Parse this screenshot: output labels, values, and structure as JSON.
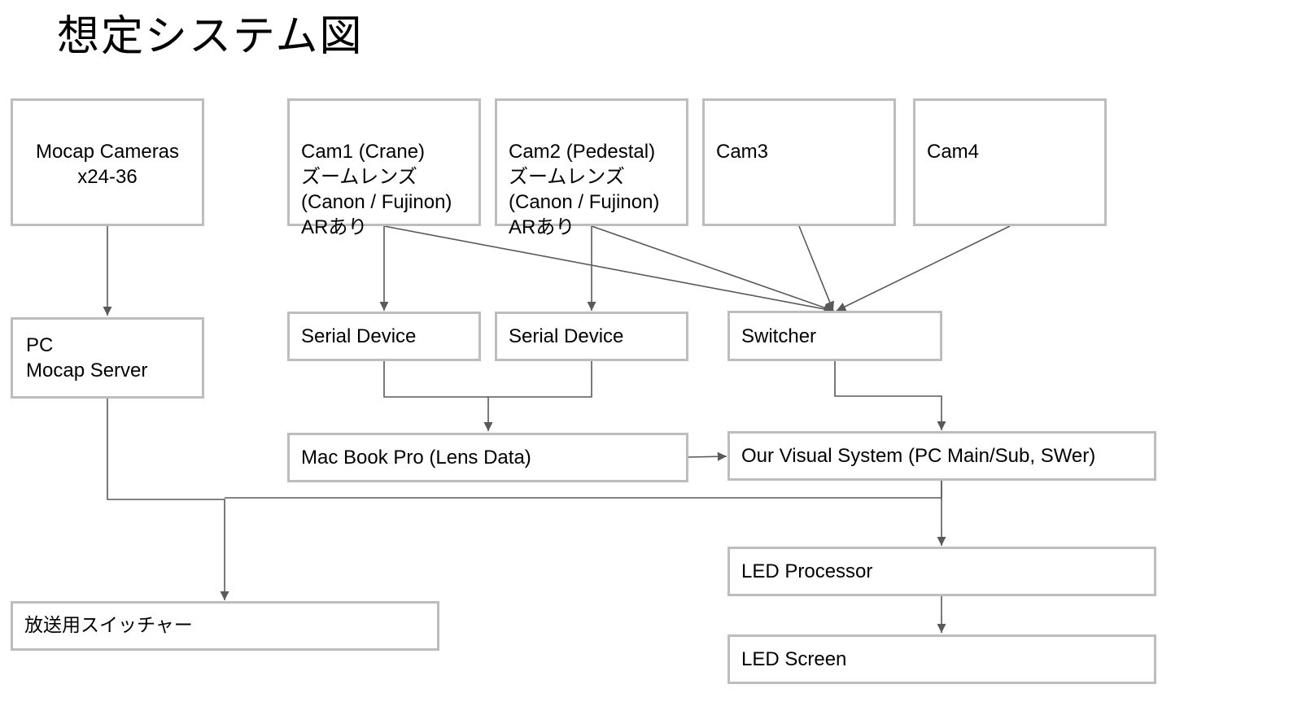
{
  "title": "想定システム図",
  "nodes": {
    "mocap_cameras": "Mocap Cameras\nx24-36",
    "cam1": "Cam1 (Crane)\nズームレンズ\n(Canon / Fujinon)\nARあり",
    "cam2": "Cam2 (Pedestal)\nズームレンズ\n(Canon / Fujinon)\nARあり",
    "cam3": "Cam3",
    "cam4": "Cam4",
    "pc_mocap": "PC\nMocap Server",
    "serial1": "Serial Device",
    "serial2": "Serial Device",
    "switcher": "Switcher",
    "macbook": "Mac Book Pro (Lens Data)",
    "visual_system": "Our Visual System (PC Main/Sub, SWer)",
    "led_processor": "LED Processor",
    "broadcast_switcher": "放送用スイッチャー",
    "led_screen": "LED Screen"
  },
  "edges": [
    {
      "from": "mocap_cameras",
      "to": "pc_mocap"
    },
    {
      "from": "cam1",
      "to": "serial1"
    },
    {
      "from": "cam1",
      "to": "switcher"
    },
    {
      "from": "cam2",
      "to": "serial2"
    },
    {
      "from": "cam2",
      "to": "switcher"
    },
    {
      "from": "cam3",
      "to": "switcher"
    },
    {
      "from": "cam4",
      "to": "switcher"
    },
    {
      "from": "serial1",
      "to": "macbook"
    },
    {
      "from": "serial2",
      "to": "macbook"
    },
    {
      "from": "switcher",
      "to": "visual_system"
    },
    {
      "from": "macbook",
      "to": "visual_system"
    },
    {
      "from": "pc_mocap",
      "to": "broadcast_switcher"
    },
    {
      "from": "visual_system",
      "to": "broadcast_switcher"
    },
    {
      "from": "visual_system",
      "to": "led_processor"
    },
    {
      "from": "led_processor",
      "to": "led_screen"
    }
  ],
  "colors": {
    "box_border": "#bdbdbd",
    "connector": "#595959"
  }
}
